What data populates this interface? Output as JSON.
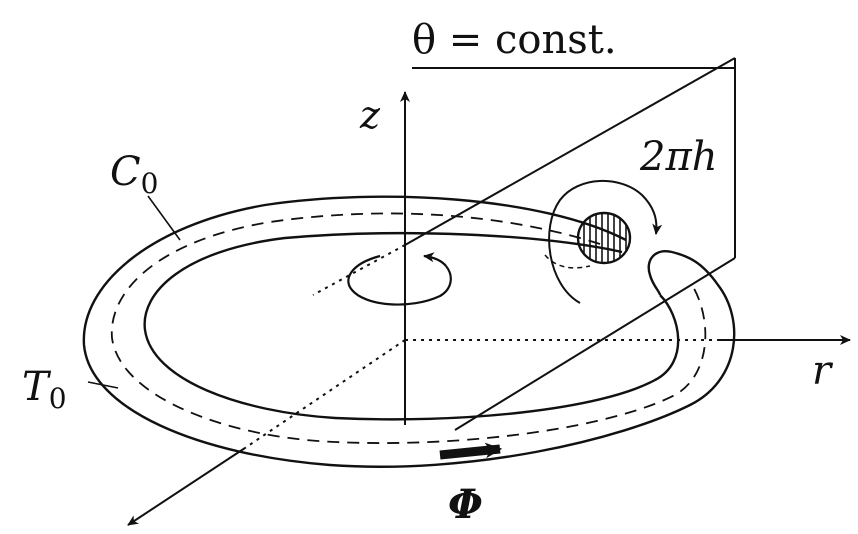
{
  "labels": {
    "plane": "θ = const.",
    "twist": "2πh",
    "z_axis": "z",
    "r_axis": "r",
    "core_curve": "C",
    "core_curve_sub": "0",
    "tube": "T",
    "tube_sub": "0",
    "flux": "Φ"
  },
  "colors": {
    "ink": "#111111",
    "background": "#ffffff"
  }
}
